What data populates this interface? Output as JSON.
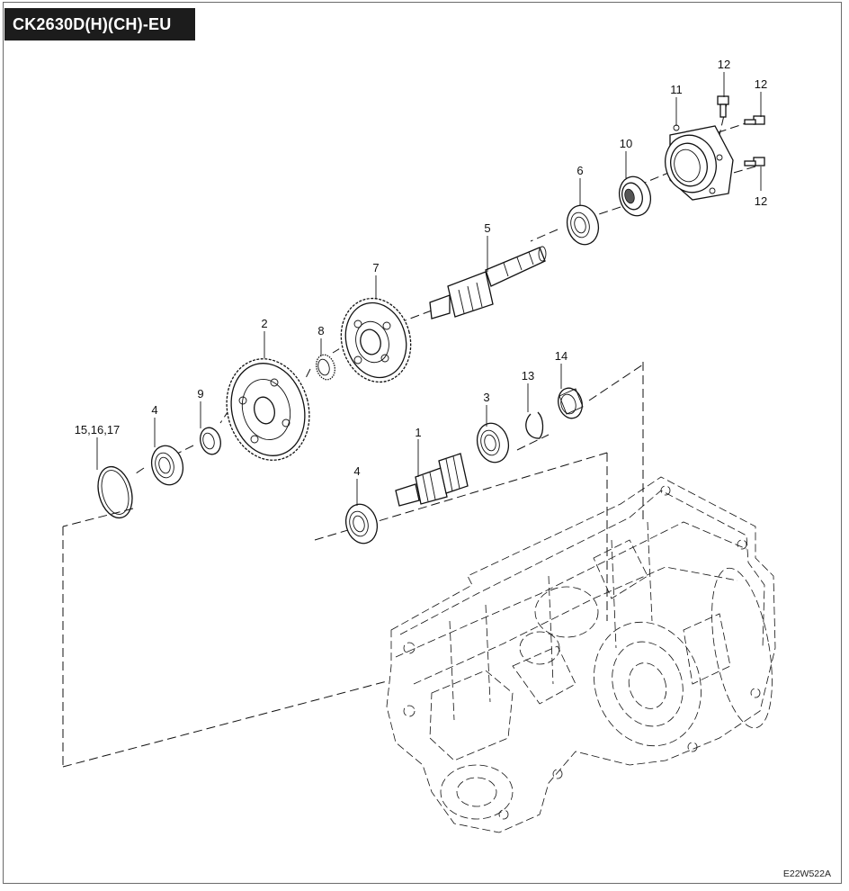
{
  "header": {
    "model": "CK2630D(H)(CH)-EU"
  },
  "footer": {
    "drawing_code": "E22W522A"
  },
  "callouts": [
    {
      "id": "c1",
      "label": "1"
    },
    {
      "id": "c2",
      "label": "2"
    },
    {
      "id": "c3",
      "label": "3"
    },
    {
      "id": "c4a",
      "label": "4"
    },
    {
      "id": "c4b",
      "label": "4"
    },
    {
      "id": "c5",
      "label": "5"
    },
    {
      "id": "c6",
      "label": "6"
    },
    {
      "id": "c7",
      "label": "7"
    },
    {
      "id": "c8",
      "label": "8"
    },
    {
      "id": "c9",
      "label": "9"
    },
    {
      "id": "c10",
      "label": "10"
    },
    {
      "id": "c11",
      "label": "11"
    },
    {
      "id": "c12a",
      "label": "12"
    },
    {
      "id": "c12b",
      "label": "12"
    },
    {
      "id": "c12c",
      "label": "12"
    },
    {
      "id": "c13",
      "label": "13"
    },
    {
      "id": "c14",
      "label": "14"
    },
    {
      "id": "c15",
      "label": "15,16,17"
    }
  ]
}
